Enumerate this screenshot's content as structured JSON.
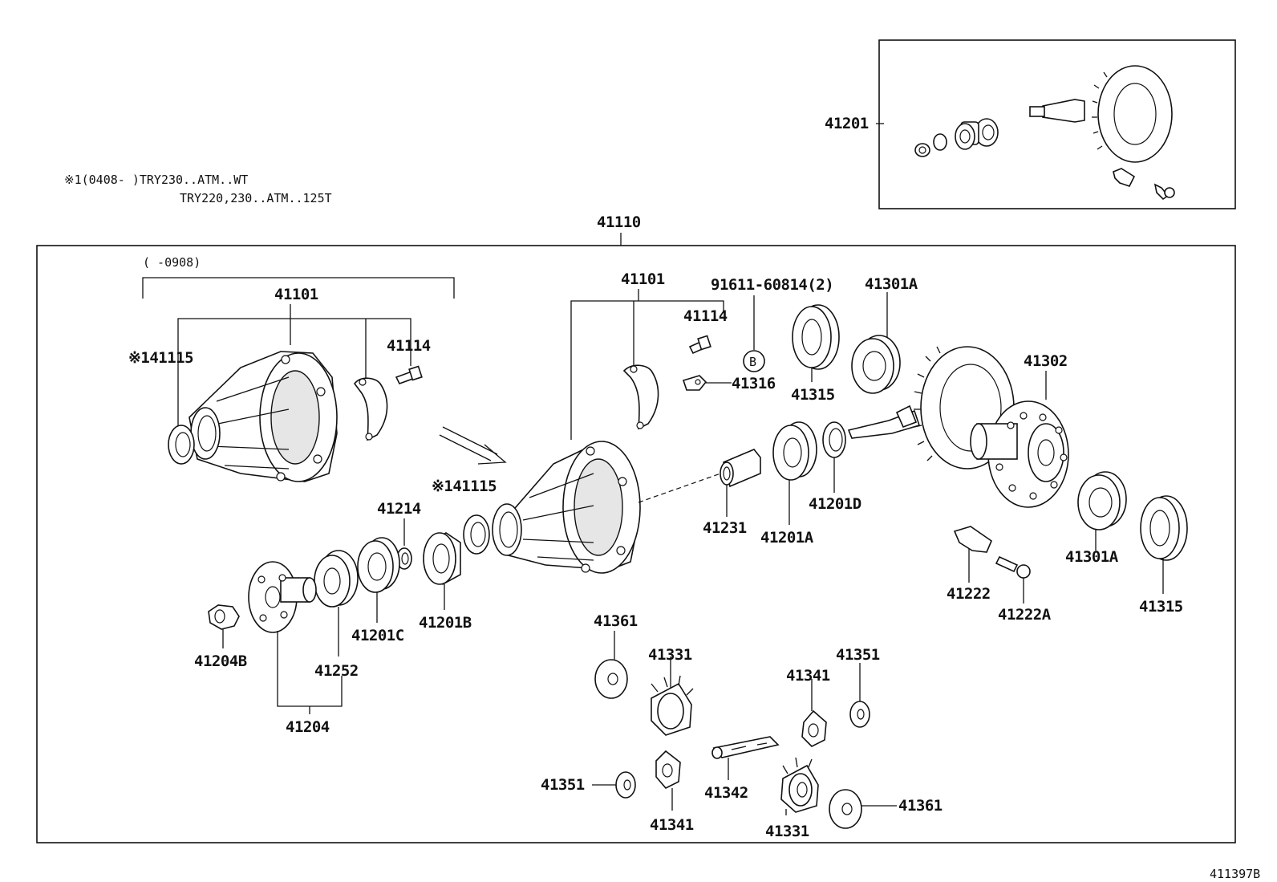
{
  "notes": {
    "note_line1": "※1(0408-     )TRY230..ATM..WT",
    "note_line2": "TRY220,230..ATM..125T",
    "range_0908": "(     -0908)",
    "figure_code": "411397B"
  },
  "labels": {
    "p41201": "41201",
    "p41110": "41110",
    "p41101_left": "41101",
    "p41115_left": "※141115",
    "p41114_left": "41114",
    "p41101_right": "41101",
    "p41114_right": "41114",
    "p91611": "91611-60814(2)",
    "callout_b": "B",
    "p41316": "41316",
    "p41315_top": "41315",
    "p41301A_top": "41301A",
    "p41302": "41302",
    "p41115_mid": "※141115",
    "p41214": "41214",
    "p41231": "41231",
    "p41201A": "41201A",
    "p41201D": "41201D",
    "p41201B": "41201B",
    "p41201C": "41201C",
    "p41252": "41252",
    "p41204B": "41204B",
    "p41204": "41204",
    "p41222": "41222",
    "p41222A": "41222A",
    "p41301A_bottom": "41301A",
    "p41315_bottom": "41315",
    "p41361_top": "41361",
    "p41331_top": "41331",
    "p41341_top": "41341",
    "p41351_top": "41351",
    "p41351_bottom": "41351",
    "p41341_bottom": "41341",
    "p41342": "41342",
    "p41331_bottom": "41331",
    "p41361_bottom": "41361"
  }
}
